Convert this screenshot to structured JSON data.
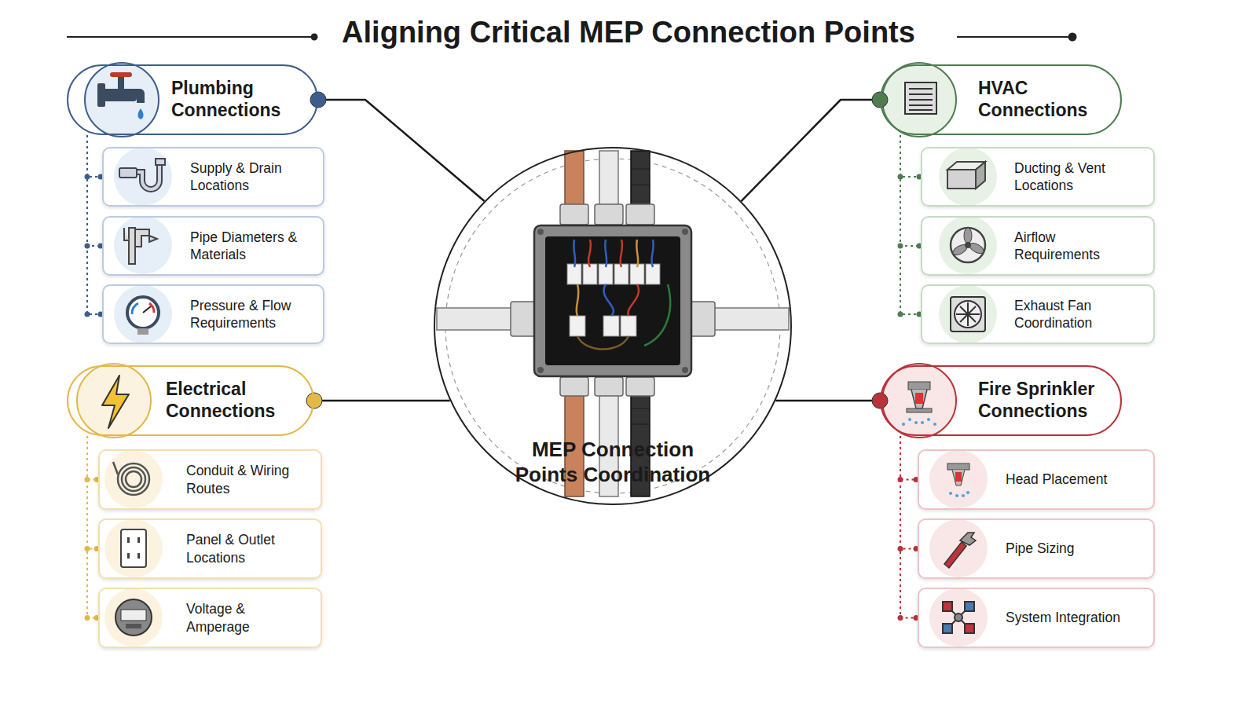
{
  "diagram": {
    "title": "Aligning Critical MEP Connection Points",
    "nodes": [
      {
        "text": [
          "Plumbing Connections"
        ]
      },
      {
        "text": [
          "Supply & Drain Locations"
        ]
      },
      {
        "text": [
          "Pipe Diameters & Materials"
        ]
      },
      {
        "text": [
          "Pressure & Flow Requirements"
        ]
      },
      {
        "text": [
          "HVAC Connections"
        ]
      },
      {
        "text": [
          "Ducting & Vent Locations"
        ]
      },
      {
        "text": [
          "Airflow Requirements"
        ]
      },
      {
        "text": [
          "Exhaust Fan Coordination"
        ]
      },
      {
        "text": [
          "Electrical Connections"
        ]
      },
      {
        "text": [
          "Conduit & Wiring Routes"
        ]
      },
      {
        "text": [
          "Panel & Outlet Locations"
        ]
      },
      {
        "text": [
          "Voltage & Amperage"
        ]
      },
      {
        "text": [
          "Fire Sprinkler Connections"
        ]
      },
      {
        "text": [
          "Head Placement"
        ]
      },
      {
        "text": [
          "Pipe Sizing"
        ]
      },
      {
        "text": [
          "System Integration"
        ]
      },
      {
        "text": [
          "MEP Connection Points Coordination"
        ]
      }
    ],
    "edges": [
      {
        "from": 0,
        "to": 16,
        "arrow": "none"
      },
      {
        "from": 4,
        "to": 16,
        "arrow": "none"
      },
      {
        "from": 8,
        "to": 16,
        "arrow": "none"
      },
      {
        "from": 12,
        "to": 16,
        "arrow": "none"
      },
      {
        "from": 0,
        "to": 1,
        "arrow": "none"
      },
      {
        "from": 0,
        "to": 2,
        "arrow": "none"
      },
      {
        "from": 0,
        "to": 3,
        "arrow": "none"
      },
      {
        "from": 4,
        "to": 5,
        "arrow": "none"
      },
      {
        "from": 4,
        "to": 6,
        "arrow": "none"
      },
      {
        "from": 4,
        "to": 7,
        "arrow": "none"
      },
      {
        "from": 8,
        "to": 9,
        "arrow": "none"
      },
      {
        "from": 8,
        "to": 10,
        "arrow": "none"
      },
      {
        "from": 8,
        "to": 11,
        "arrow": "none"
      },
      {
        "from": 12,
        "to": 13,
        "arrow": "none"
      },
      {
        "from": 12,
        "to": 14,
        "arrow": "none"
      },
      {
        "from": 12,
        "to": 15,
        "arrow": "none"
      }
    ]
  }
}
